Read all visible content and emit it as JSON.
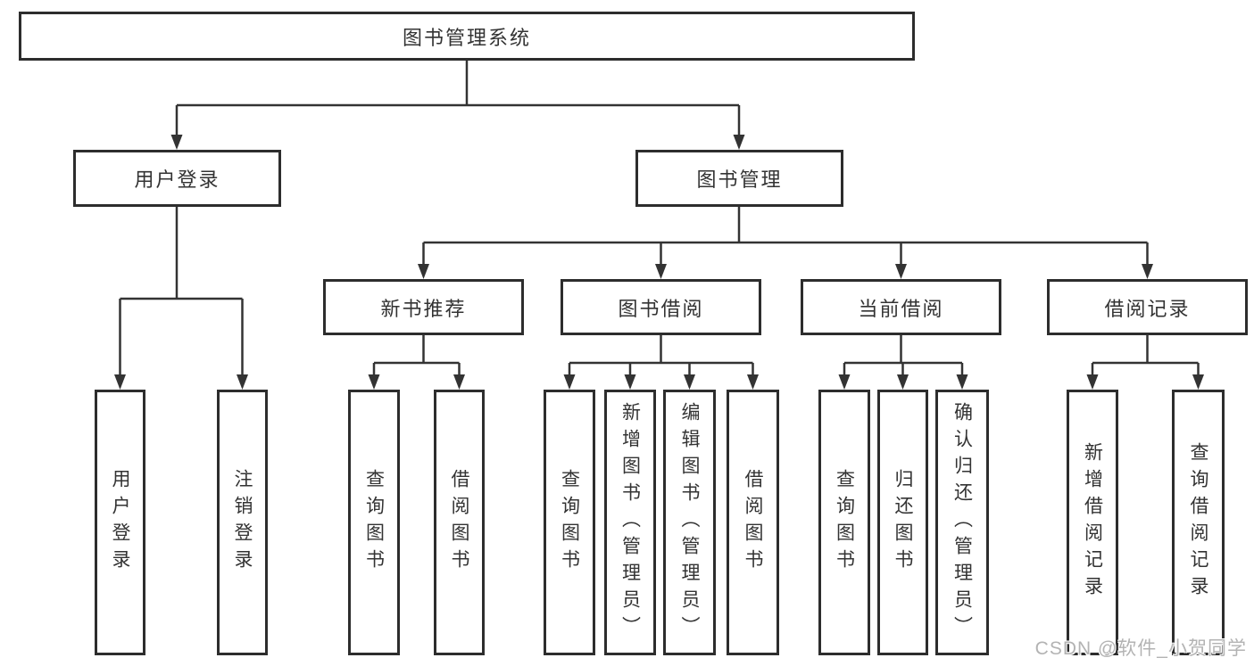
{
  "diagram": {
    "title": "图书管理系统",
    "watermark": "CSDN @软件_小贺同学",
    "colors": {
      "line": "#333333",
      "box_border": "#2d2d2d",
      "text": "#333333",
      "background": "#ffffff",
      "watermark": "#b3b3b3"
    },
    "nodes": {
      "root": {
        "label": "图书管理系统"
      },
      "level2": [
        {
          "label": "用户登录"
        },
        {
          "label": "图书管理"
        }
      ],
      "level3": [
        {
          "label": "新书推荐"
        },
        {
          "label": "图书借阅"
        },
        {
          "label": "当前借阅"
        },
        {
          "label": "借阅记录"
        }
      ],
      "leaves": {
        "user_login": [
          {
            "label": "用户登录"
          },
          {
            "label": "注销登录"
          }
        ],
        "new_book_recommend": [
          {
            "label": "查询图书"
          },
          {
            "label": "借阅图书"
          }
        ],
        "book_borrow": [
          {
            "label": "查询图书"
          },
          {
            "label": "新增图书（管理员）"
          },
          {
            "label": "编辑图书（管理员）"
          },
          {
            "label": "借阅图书"
          }
        ],
        "current_borrow": [
          {
            "label": "查询图书"
          },
          {
            "label": "归还图书"
          },
          {
            "label": "确认归还（管理员）"
          }
        ],
        "borrow_record": [
          {
            "label": "新增借阅记录"
          },
          {
            "label": "查询借阅记录"
          }
        ]
      }
    }
  }
}
